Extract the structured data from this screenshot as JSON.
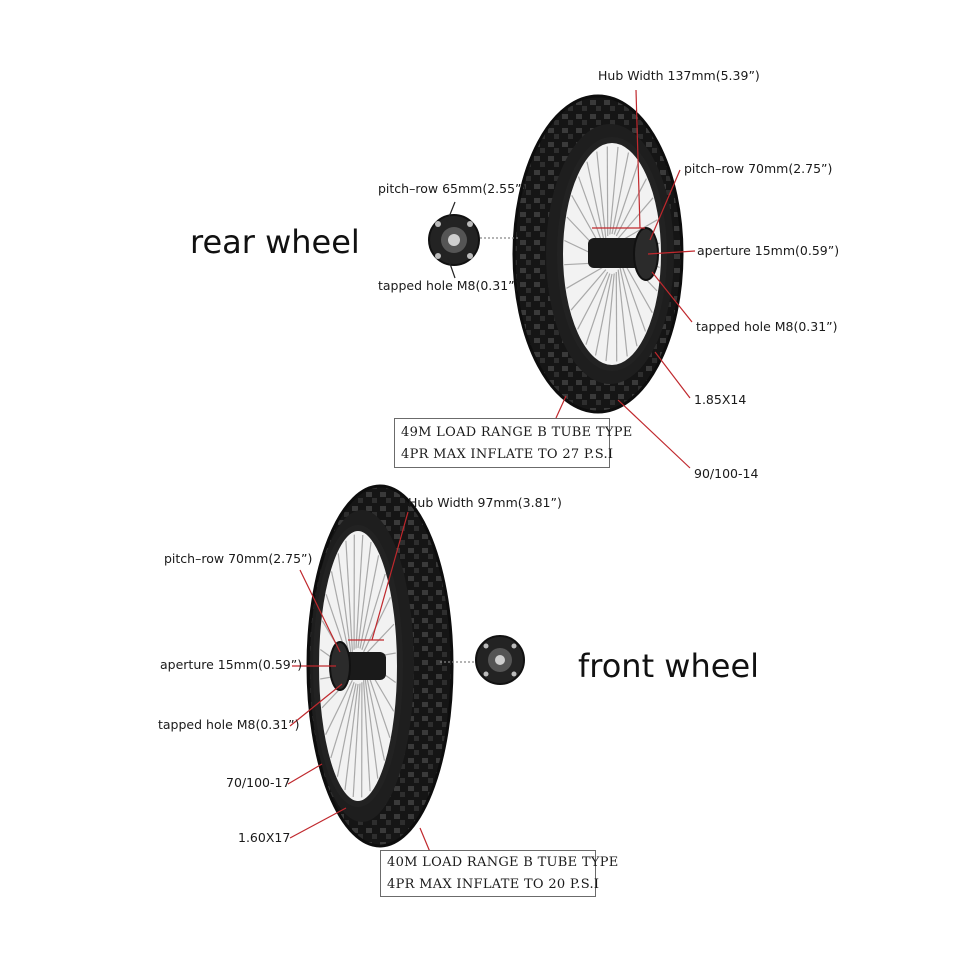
{
  "rear": {
    "title": "rear wheel",
    "hub_width": "Hub Width 137mm(5.39”)",
    "pitch_row_small": "pitch–row 65mm(2.55”)",
    "tapped_hole_small": "tapped hole M8(0.31”)",
    "pitch_row": "pitch–row 70mm(2.75”)",
    "aperture": "aperture 15mm(0.59”)",
    "tapped_hole": "tapped hole M8(0.31”)",
    "rim_size": "1.85X14",
    "tire_size": "90/100-14",
    "spec_line1": "49M LOAD RANGE B TUBE TYPE",
    "spec_line2": "4PR MAX INFLATE TO 27 P.S.I"
  },
  "front": {
    "title": "front wheel",
    "hub_width": "Hub Width 97mm(3.81”)",
    "pitch_row": "pitch–row 70mm(2.75”)",
    "aperture": "aperture 15mm(0.59”)",
    "tapped_hole": "tapped hole M8(0.31”)",
    "tire_size": "70/100-17",
    "rim_size": "1.60X17",
    "spec_line1": "40M LOAD RANGE B TUBE TYPE",
    "spec_line2": "4PR MAX INFLATE TO 20 P.S.I"
  },
  "colors": {
    "leader": "#c0282d",
    "tire": "#1b1b1b",
    "rim": "#2a2a2a",
    "spoke": "#b8b8b8"
  }
}
